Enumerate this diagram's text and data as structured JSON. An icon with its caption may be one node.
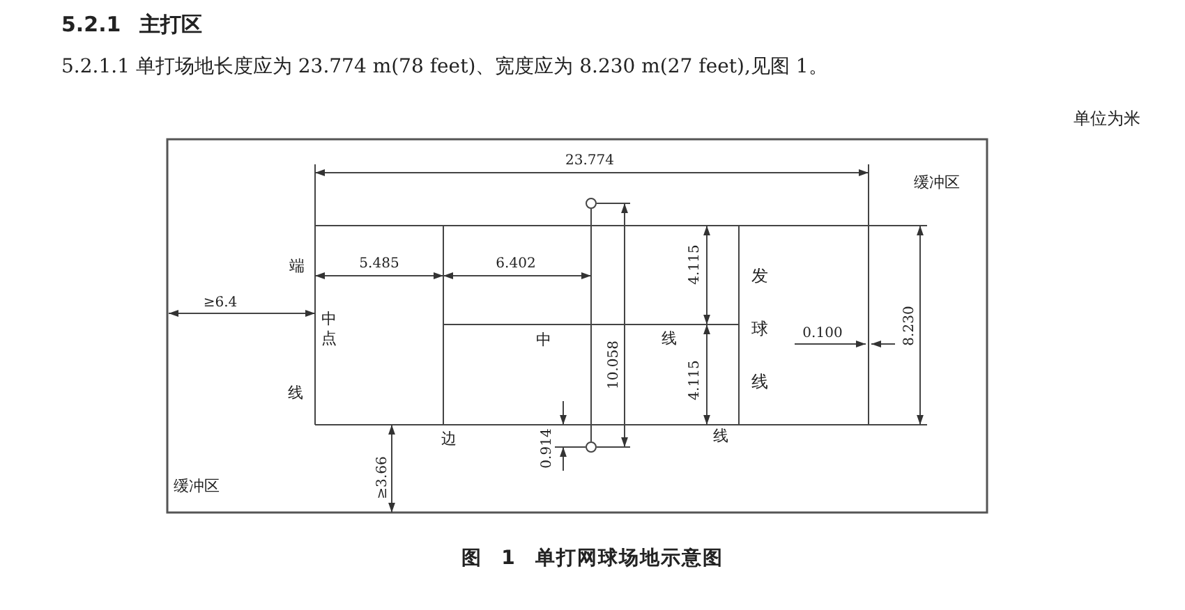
{
  "diagram": {
    "title": "5.2.1 主打区",
    "caption": "图 1 单打网球场地示意图",
    "labels": [
      "5.2.1.1 单打场地长度应为 23.774 m(78 feet)、宽度应为 8.230 m(27 feet),见图 1。",
      "单位为米",
      "23.774",
      "缓冲区",
      "端",
      "5.485",
      "6.402",
      "≥6.4",
      "中点",
      "中",
      "4.115",
      "发球线",
      "线",
      "0.100",
      "10.058",
      "4.115",
      "8.230",
      "线",
      "边",
      "线",
      "0.914",
      "≥3.66",
      "缓冲区"
    ]
  }
}
